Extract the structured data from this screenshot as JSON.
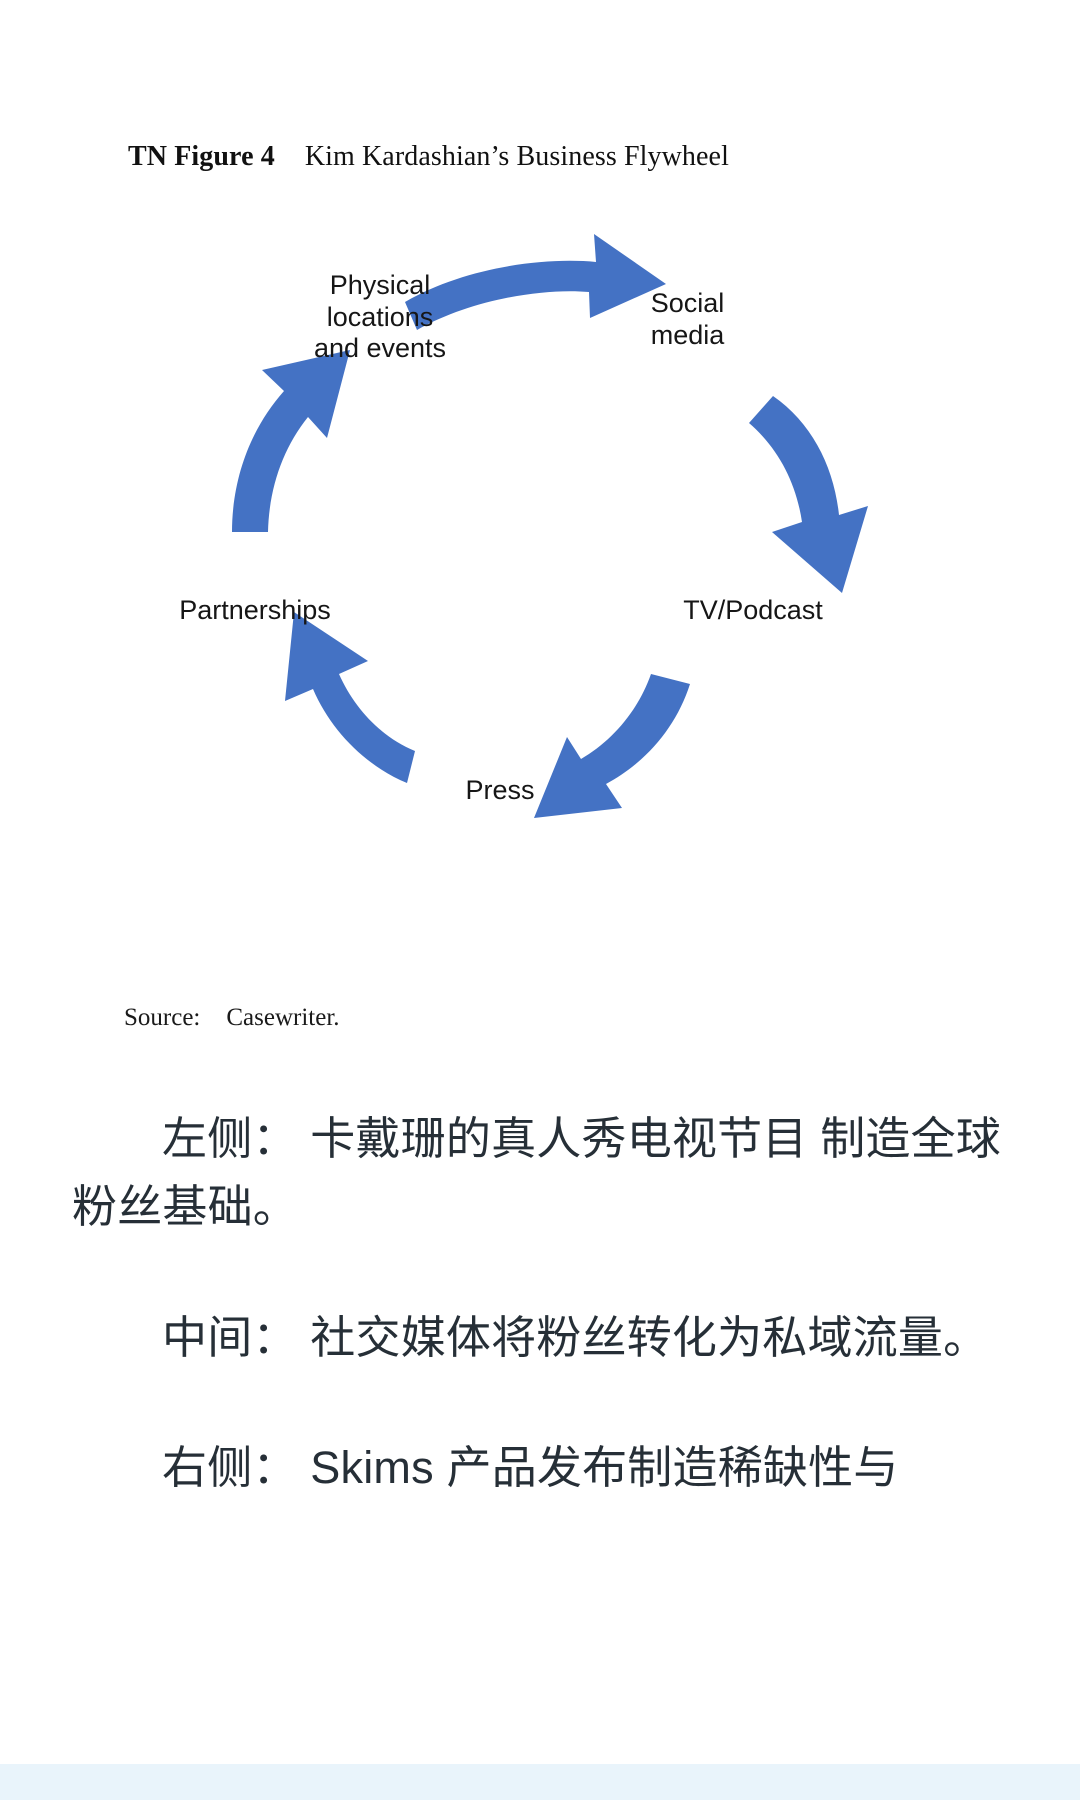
{
  "figure": {
    "number_label": "TN Figure 4",
    "title": "Kim Kardashian’s Business Flywheel",
    "source_label": "Source:",
    "source_value": "Casewriter.",
    "accent_color": "#4472C4",
    "text_color": "#161616"
  },
  "flywheel": {
    "nodes": [
      {
        "id": "physical",
        "label": "Physical\nlocations\nand events"
      },
      {
        "id": "social",
        "label": "Social\nmedia"
      },
      {
        "id": "tvpodcast",
        "label": "TV/Podcast"
      },
      {
        "id": "press",
        "label": "Press"
      },
      {
        "id": "partnerships",
        "label": "Partnerships"
      }
    ],
    "arrows": [
      {
        "from": "physical",
        "to": "social",
        "direction": "clockwise"
      },
      {
        "from": "social",
        "to": "tvpodcast",
        "direction": "clockwise"
      },
      {
        "from": "tvpodcast",
        "to": "press",
        "direction": "clockwise"
      },
      {
        "from": "press",
        "to": "partnerships",
        "direction": "clockwise"
      },
      {
        "from": "partnerships",
        "to": "physical",
        "direction": "clockwise"
      }
    ]
  },
  "body": {
    "paragraphs": [
      "左侧： 卡戴珊的真人秀电视节目 制造全球粉丝基础。",
      "中间： 社交媒体将粉丝转化为私域流量。",
      "右侧： Skims 产品发布制造稀缺性与"
    ]
  }
}
